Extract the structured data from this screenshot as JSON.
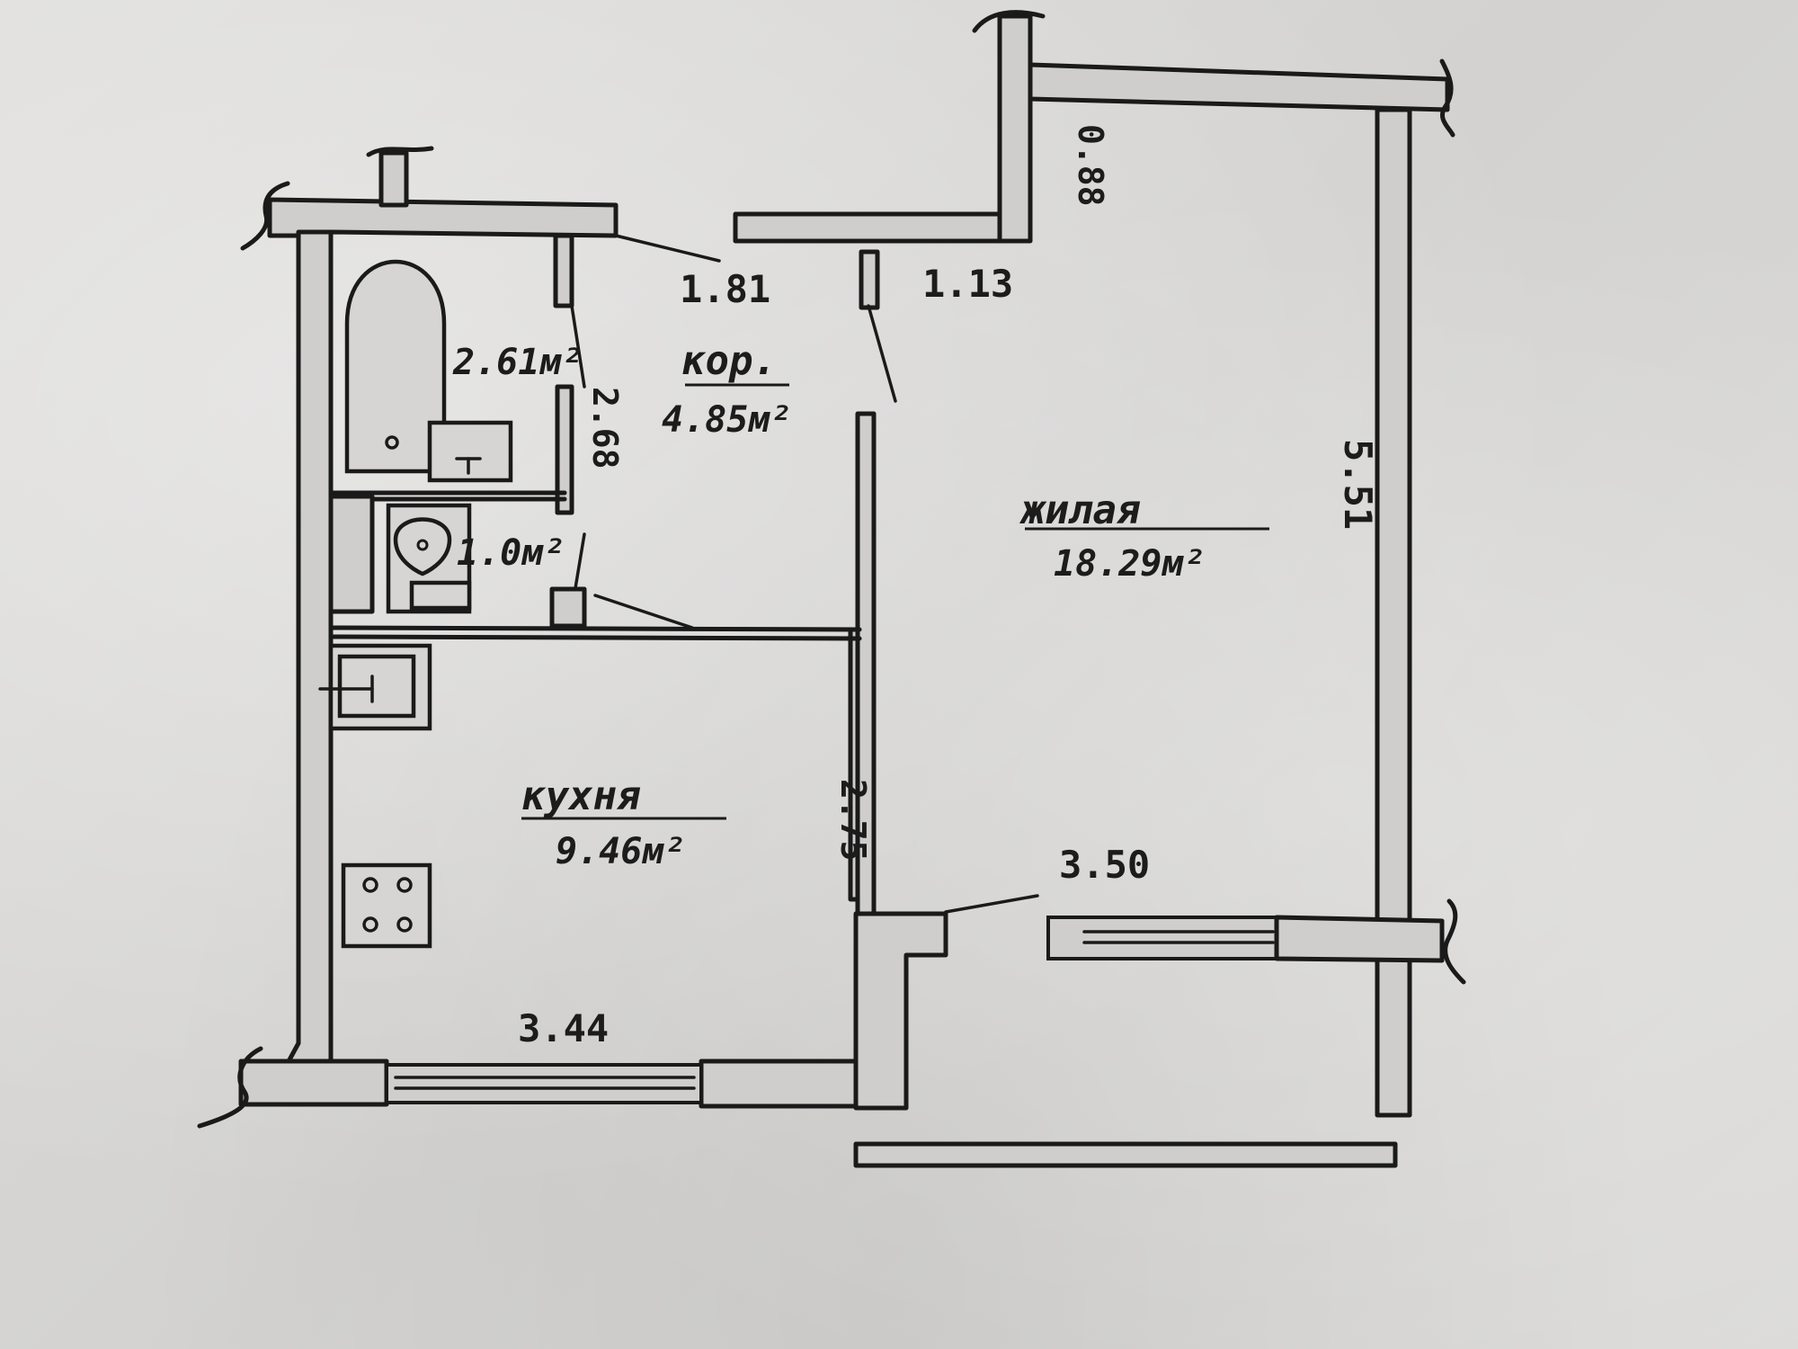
{
  "rooms": {
    "corridor": {
      "name": "кор.",
      "area": "4.85м²"
    },
    "living": {
      "name": "жилая",
      "area": "18.29м²"
    },
    "kitchen": {
      "name": "кухня",
      "area": "9.46м²"
    },
    "bathroom": {
      "area": "2.61м²"
    },
    "wc": {
      "area": "1.0м²"
    }
  },
  "dimensions": {
    "corridor_width": "1.81",
    "entry_width": "1.13",
    "niche_depth": "0.88",
    "bath_length": "2.68",
    "living_length": "5.51",
    "living_width": "3.50",
    "kitchen_length": "2.75",
    "kitchen_width": "3.44"
  },
  "colors": {
    "ink": "#1a1a1a",
    "paper": "#d9d8d6",
    "wall_fill": "#cfcecc"
  }
}
